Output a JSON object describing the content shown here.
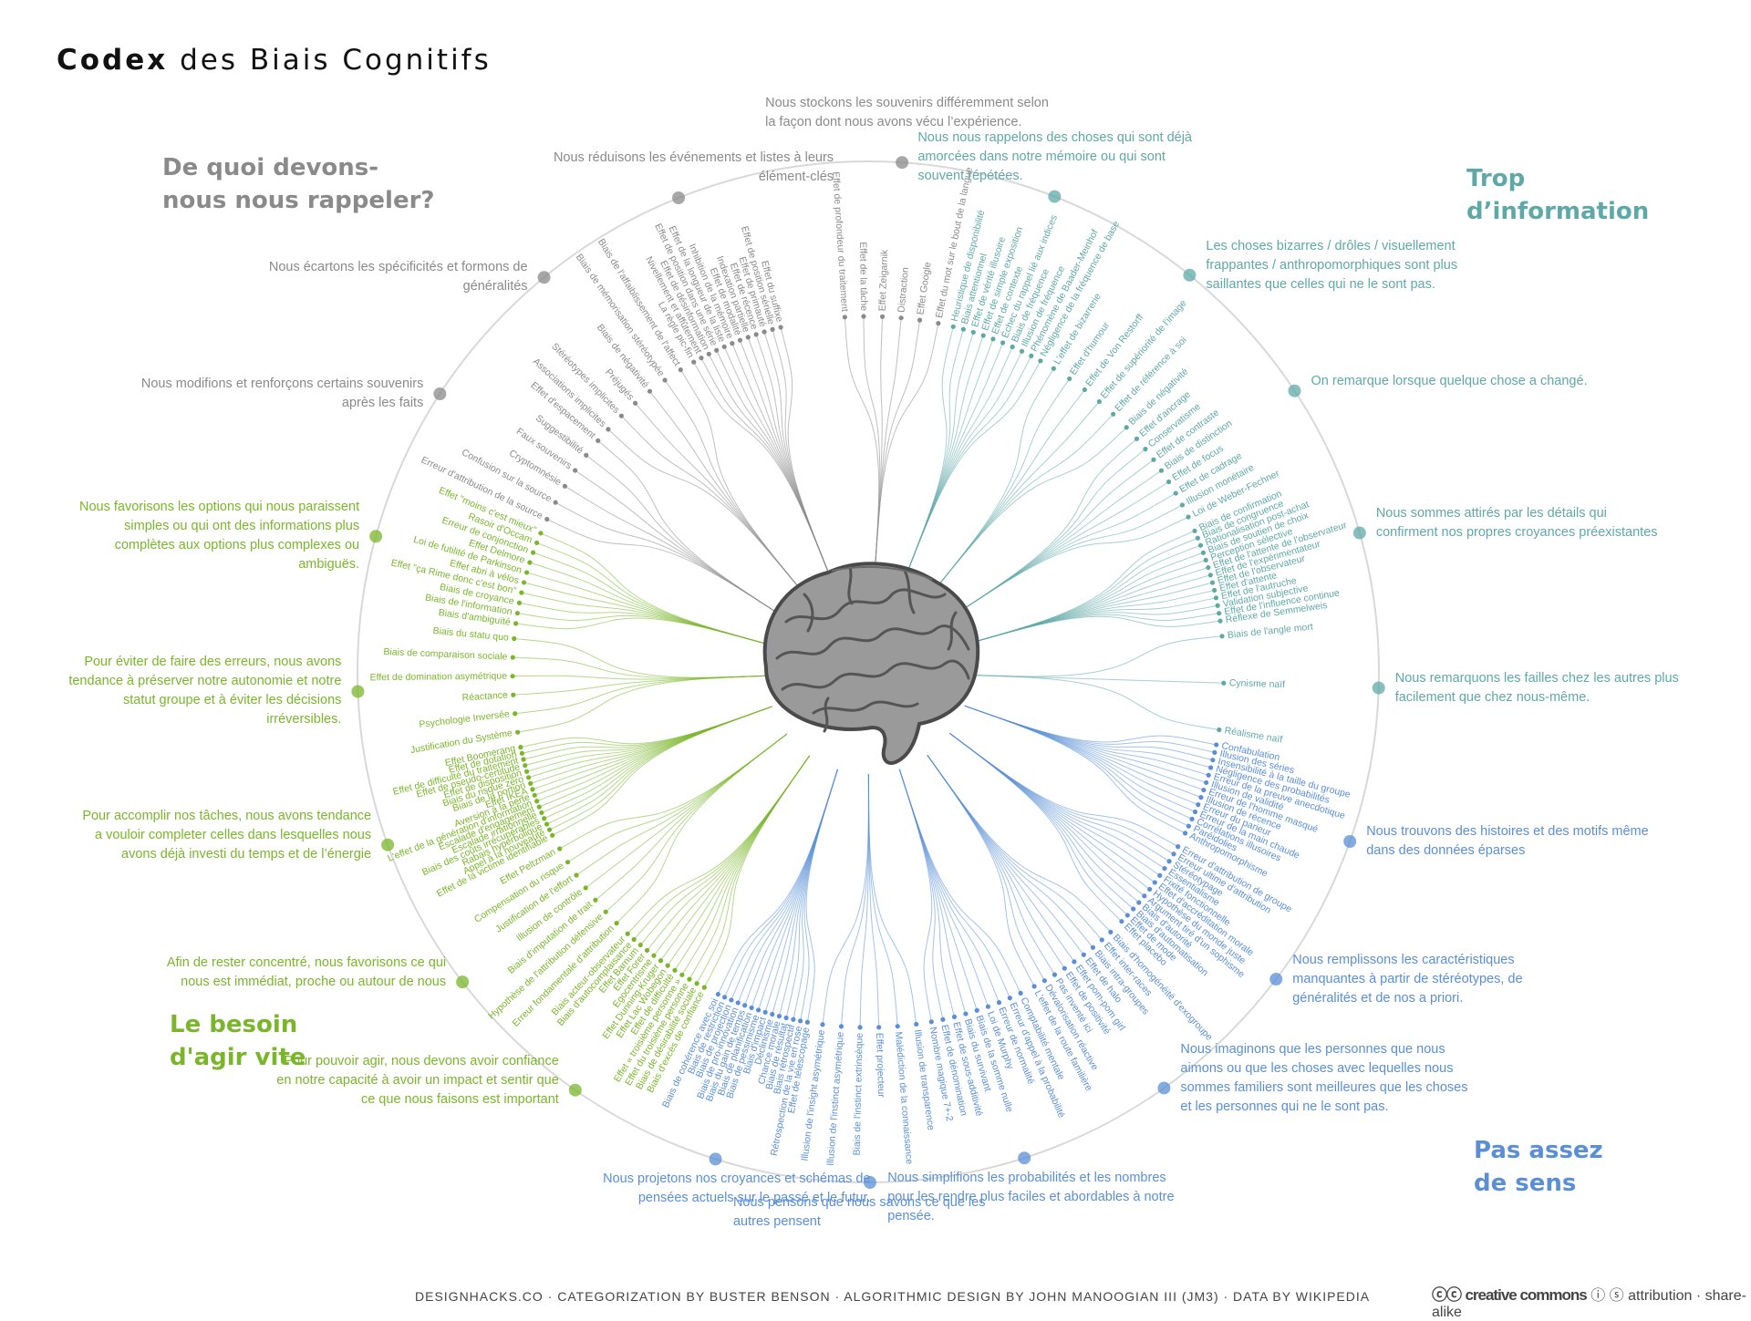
{
  "title": {
    "bold": "Codex",
    "rest": " des Biais Cognitifs"
  },
  "colors": {
    "gray": "#8a8a8a",
    "teal": "#5fa8a8",
    "blue": "#5a8fd6",
    "green": "#7ab62a",
    "ring": "#d8d8d8"
  },
  "quadrants": {
    "memory": "De quoi devons-nous nous rappeler?",
    "info": "Trop d’information",
    "meaning": "Pas assez de sens",
    "action": "Le besoin d'agir vite"
  },
  "groups": [
    {
      "color": "gray",
      "note": "Nous stockons les souvenirs différemment selon la façon dont nous avons vécu l’expérience.",
      "biases": [
        "Effet de profondeur du traitement",
        "Effet de la tâche",
        "Effet Zeigarnik",
        "Distraction",
        "Effet Google",
        "Effet du mot sur le bout de la langue"
      ]
    },
    {
      "color": "teal",
      "note": "Nous nous rappelons des choses qui sont déjà amorcées dans notre mémoire ou qui sont souvent répétées.",
      "biases": [
        "Heuristique de disponibilité",
        "Biais attentionnel",
        "Effet de vérité illusoire",
        "Effet de simple exposition",
        "Effet de contexte",
        "Échec du rappel lié aux indices",
        "Biais de fréquence",
        "Illusion de fréquence",
        "Phénomène de Baader-Meinhof",
        "Négligence de la fréquence de base"
      ]
    },
    {
      "color": "teal",
      "note": "Les choses bizarres / drôles / visuellement frappantes / anthropomorphiques sont plus saillantes que celles qui ne le sont pas.",
      "biases": [
        "L'effet de bizarrerie",
        "Effet d'humour",
        "Effet de Von Restorff",
        "Effet de supériorité de l'image",
        "Effet de référence à soi",
        "Biais de négativité"
      ]
    },
    {
      "color": "teal",
      "note": "On remarque lorsque quelque chose a changé.",
      "biases": [
        "Effet d'ancrage",
        "Conservatisme",
        "Effet de contraste",
        "Biais de distinction",
        "Effet de focus",
        "Effet de cadrage",
        "Illusion monétaire",
        "Loi de Weber-Fechner"
      ]
    },
    {
      "color": "teal",
      "note": "Nous sommes attirés par les détails qui confirment nos propres croyances préexistantes",
      "biases": [
        "Biais de confirmation",
        "Biais de congruence",
        "Rationalisation post-achat",
        "Biais de soutien de choix",
        "Perception sélective",
        "Effet de l'attente de l'observateur",
        "Effet de l'expérimentateur",
        "Effet de l'observateur",
        "Effet d'attente",
        "Effet de l'autruche",
        "Validation subjective",
        "Effet de l'influence continue",
        "Réflexe de Semmelweis"
      ]
    },
    {
      "color": "teal",
      "note": "Nous remarquons les failles chez les autres plus facilement que chez nous-même.",
      "biases": [
        "Biais de l'angle mort",
        "Cynisme naïf",
        "Réalisme naïf"
      ]
    },
    {
      "color": "blue",
      "note": "Nous trouvons des histoires et des motifs même dans des données éparses",
      "biases": [
        "Confabulation",
        "Illusion des séries",
        "Insensibilité à la taille du groupe",
        "Négligence des probabilités",
        "Erreur de la preuve anecdotique",
        "Illusion de validité",
        "Erreur de l'homme masqué",
        "Illusion de récence",
        "Erreur du parieur",
        "Erreur de la main chaude",
        "Corrélations illusoires",
        "Paréidolies",
        "Anthropomorphisme"
      ]
    },
    {
      "color": "blue",
      "note": "Nous remplissons les caractéristiques manquantes à partir de stéréotypes, de généralités et de nos a priori.",
      "biases": [
        "Erreur d'attribution de groupe",
        "Erreur ultime d'attribution",
        "Stéréotypage",
        "Essentialisme",
        "Fixité fonctionnelle",
        "Effet d'accréditation morale",
        "Hypothèse du monde juste",
        "Argument tiré d'un sophisme",
        "Biais d'autorité",
        "Biais d'automatisation",
        "Effet de mode",
        "Effet placebo"
      ]
    },
    {
      "color": "blue",
      "note": "Nous imaginons que les personnes que nous aimons ou que les choses avec lequelles nous sommes familiers sont meilleures que les choses et les personnes qui ne le sont pas.",
      "biases": [
        "Biais d'homogénéité d'exogroupe",
        "Effet inter-races",
        "Biais intra-groupes",
        "Effet de halo",
        "Effet pom-pom girl",
        "Effet de positivité",
        "Pas inventé ici",
        "Dévalorisation réactive",
        "L'effet de la route familière"
      ]
    },
    {
      "color": "blue",
      "note": "Nous simplifions les probabilités et les nombres pour les rendre plus faciles et abordables à notre pensée.",
      "biases": [
        "Comptabilité mentale",
        "Erreur d'appel à la probabilité",
        "Erreur de normalité",
        "Loi de Murphy",
        "Biais de la somme nulle",
        "Biais du survivant",
        "Effet de sous-additivité",
        "Effet de dénomination",
        "Nombre magique 7+-2"
      ]
    },
    {
      "color": "blue",
      "note": "Nous pensons que nous savons ce que les autres pensent",
      "biases": [
        "Illusion de transparence",
        "Malédiction de la connaissance",
        "Effet projecteur",
        "Biais de l'instinct extrinsèque",
        "Illusion de l'instinct asymétrique",
        "Illusion de l'insight asymétrique"
      ]
    },
    {
      "color": "blue",
      "note": "Nous projetons nos croyances et schémas de pensées actuels sur le passé et le futur.",
      "biases": [
        "Effet de télescopage",
        "Rétrospection de la vie en rose",
        "Biais rétrospectif",
        "Biais de résultat",
        "Chance morale",
        "Déclinisme",
        "Biais d'impact",
        "Biais de pessimisme",
        "Biais de planification",
        "Biais du gain de temps",
        "Biais de pro-innovation",
        "Biais de projection",
        "Biais de restriction",
        "Biais de cohérence avec soi"
      ]
    },
    {
      "color": "green",
      "note": "Pour pouvoir agir, nous devons avoir confiance en notre capacité à avoir un impact et sentir que ce que nous faisons est important",
      "biases": [
        "Biais d'excès de confiance",
        "Biais de désirabilité sociale",
        "Effet du troisième personne",
        "Effet « troisième personne »",
        "Effet de difficulté",
        "Effet Lac Wobegon",
        "Effet Dunning-Kruger",
        "Egocentrisme",
        "Effet Forer",
        "Effet Barnum",
        "Biais d'autocomplaisance",
        "Biais acteur-observateur"
      ]
    },
    {
      "color": "green",
      "note": "Afin de rester concentré, nous favorisons ce qui nous est immédiat, proche ou autour de nous",
      "biases": [
        "Erreur fondamentale d'attribution",
        "Hypothèse de l'attribution défensive",
        "Biais d'imputation de trait",
        "Illusion de contrôle",
        "Justification de l'effort",
        "Compensation du risque",
        "Effet Peltzman"
      ]
    },
    {
      "color": "green",
      "note": "Pour accomplir nos tâches, nous avons tendance a vouloir completer celles dans lesquelles nous avons déjà investi du temps et de l’énergie",
      "biases": [
        "Effet de la victime identifiable",
        "Appel à la nouveauté",
        "Rabais hyperbolique",
        "Biais des coûts irrécupérables",
        "Escalade irrationnelle",
        "Escalade d'engagement",
        "L'effet de la génération d'information",
        "Aversion à la perte",
        "Effet IKEA",
        "Biais de la portion",
        "Biais du risque zéro",
        "Effet de disposition",
        "Effet de pseudo-certitude",
        "Effet de difficulté du traitement",
        "Effet de dotation",
        "Effet Boomerang"
      ]
    },
    {
      "color": "green",
      "note": "Pour éviter de faire des erreurs, nous avons tendance à préserver notre autonomie et notre statut groupe et à éviter les décisions irréversibles.",
      "biases": [
        "Justification du Système",
        "Psychologie Inversée",
        "Réactance",
        "Effet de domination asymétrique",
        "Biais de comparaison sociale",
        "Biais du statu quo"
      ]
    },
    {
      "color": "green",
      "note": "Nous favorisons les options qui nous paraissent simples ou qui ont des informations plus complètes aux options plus complexes ou ambiguës.",
      "biases": [
        "Biais d'ambiguïté",
        "Biais de l'information",
        "Biais de croyance",
        "Effet \"ça Rime donc c'est bon\"",
        "Effet abri à vélos",
        "Loi de futilité de Parkinson",
        "Effet Delmore",
        "Erreur de conjonction",
        "Rasoir d'Occam",
        "Effet \"moins c'est mieux\""
      ]
    },
    {
      "color": "gray",
      "note": "Nous modifions et renforçons certains souvenirs après les faits",
      "biases": [
        "Erreur d'attribution de la source",
        "Confusion sur la source",
        "Cryptomnésie",
        "Faux souvenirs",
        "Suggestibilité",
        "Effet d'espacement"
      ]
    },
    {
      "color": "gray",
      "note": "Nous écartons les spécificités et formons de généralités",
      "biases": [
        "Associations implicites",
        "Stéréotypes implicites",
        "Préjugés",
        "Biais de négativité",
        "Biais de mémorisation stéréotypée",
        "Biais de l'affaiblissement de l'affect"
      ]
    },
    {
      "color": "gray",
      "note": "Nous réduisons les événements et listes à leurs élément-clés",
      "biases": [
        "La règle pic-fin",
        "Nivellement et affûtement",
        "Effet de désinformation",
        "Effet de position dans une série",
        "Effet de la longueur de la liste",
        "Inhibition de la mémoire",
        "Effet de modalité",
        "Indexation partielle",
        "Effet de récence",
        "Effet de primauté",
        "Effet de position sérielle",
        "Effet du suffixe"
      ]
    }
  ],
  "footer": "DESIGNHACKS.CO · CATEGORIZATION BY BUSTER BENSON · ALGORITHMIC DESIGN BY JOHN MANOOGIAN III (JM3) · DATA BY WIKIPEDIA",
  "license": {
    "brand": "creative commons",
    "terms": "attribution · share-alike"
  }
}
